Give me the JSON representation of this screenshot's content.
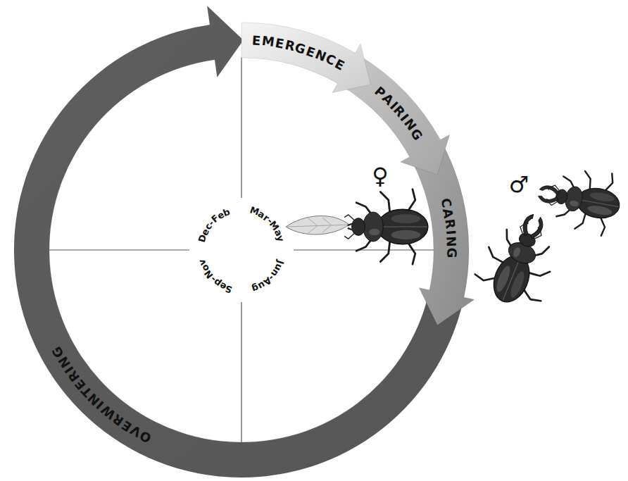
{
  "diagram": {
    "nodes": [
      {
        "text": [
          "EMERGENCE"
        ]
      },
      {
        "text": [
          "PAIRING"
        ]
      },
      {
        "text": [
          "CARING"
        ]
      },
      {
        "text": [
          "OVERWINTERING"
        ]
      }
    ],
    "labels": [
      "Dec-Feb",
      "Mar-May",
      "Jun-Aug",
      "Sep-Nov",
      "♀",
      "♂"
    ]
  }
}
